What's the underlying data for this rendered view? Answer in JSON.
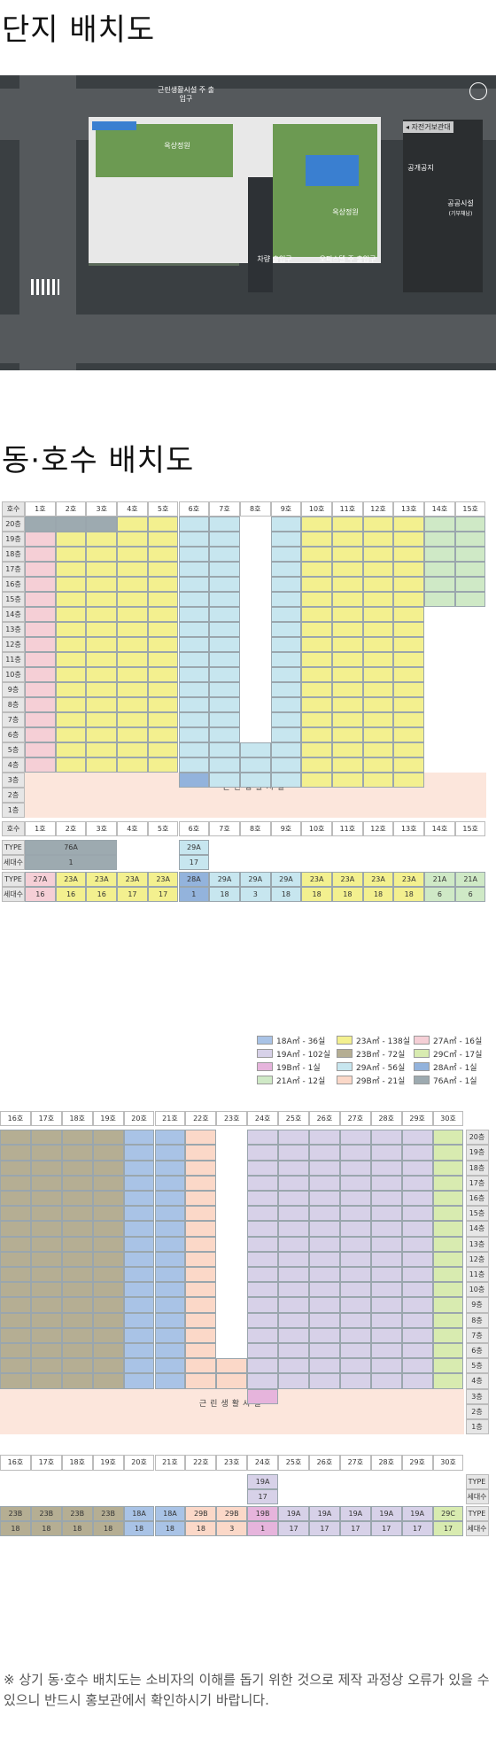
{
  "site_plan": {
    "title": "단지 배치도",
    "labels": {
      "retail_main_entrance": "근린생활시설 주 출입구",
      "rooftop_garden_1": "옥상정원",
      "rooftop_garden_2": "옥상정원",
      "bicycle_storage": "◂ 자전거보관대",
      "public_open_space": "공개공지",
      "public_facility": "공공시설",
      "public_facility_sub": "(기부채납)",
      "vehicle_entrance": "차량 출입구",
      "officetel_main_entrance": "오피스텔 주 출입구"
    }
  },
  "unit_layout": {
    "title": "동·호수 배치도",
    "colors": {
      "18A": "#a9c3e6",
      "19A": "#d7d1e8",
      "19B": "#e6b4dc",
      "21A": "#cfe9c6",
      "23A": "#f3f08f",
      "23B": "#b5ae93",
      "29A": "#c7e6ef",
      "29B": "#fbd8c8",
      "27A": "#f5cfd6",
      "29C": "#d8ebb0",
      "28A": "#93b3dc",
      "76A": "#9daab0"
    },
    "commercial_label": "근린생활시설",
    "left": {
      "unit_headers": [
        "1호",
        "2호",
        "3호",
        "4호",
        "5호",
        "6호",
        "7호",
        "8호",
        "9호",
        "10호",
        "11호",
        "12호",
        "13호",
        "14호",
        "15호"
      ],
      "floor_header": "호수",
      "floors": [
        "20층",
        "19층",
        "18층",
        "17층",
        "16층",
        "15층",
        "14층",
        "13층",
        "12층",
        "11층",
        "10층",
        "9층",
        "8층",
        "7층",
        "6층",
        "5층",
        "4층",
        "3층",
        "2층",
        "1층"
      ],
      "type_label": "TYPE",
      "count_label": "세대수",
      "penthouse_types": [
        "76A",
        "",
        "",
        "",
        "",
        "29A",
        "",
        "",
        "",
        "",
        "",
        "",
        "",
        "",
        ""
      ],
      "penthouse_counts": [
        "1",
        "",
        "",
        "",
        "",
        "17",
        "",
        "",
        "",
        "",
        "",
        "",
        "",
        "",
        ""
      ],
      "types": [
        "27A",
        "23A",
        "23A",
        "23A",
        "23A",
        "28A",
        "29A",
        "29A",
        "29A",
        "23A",
        "23A",
        "23A",
        "23A",
        "21A",
        "21A"
      ],
      "counts": [
        "16",
        "16",
        "16",
        "17",
        "17",
        "1",
        "18",
        "3",
        "18",
        "18",
        "18",
        "18",
        "18",
        "6",
        "6"
      ]
    },
    "legend": [
      {
        "type": "18A",
        "label": "18A㎡ - 36실"
      },
      {
        "type": "23A",
        "label": "23A㎡ - 138실"
      },
      {
        "type": "27A",
        "label": "27A㎡ - 16실"
      },
      {
        "type": "19A",
        "label": "19A㎡ - 102실"
      },
      {
        "type": "23B",
        "label": "23B㎡ - 72실"
      },
      {
        "type": "29C",
        "label": "29C㎡ - 17실"
      },
      {
        "type": "19B",
        "label": "19B㎡ - 1실"
      },
      {
        "type": "29A",
        "label": "29A㎡ - 56실"
      },
      {
        "type": "28A",
        "label": "28A㎡ - 1실"
      },
      {
        "type": "21A",
        "label": "21A㎡ - 12실"
      },
      {
        "type": "29B",
        "label": "29B㎡ - 21실"
      },
      {
        "type": "76A",
        "label": "76A㎡ - 1실"
      }
    ],
    "right": {
      "unit_headers": [
        "16호",
        "17호",
        "18호",
        "19호",
        "20호",
        "21호",
        "22호",
        "23호",
        "24호",
        "25호",
        "26호",
        "27호",
        "28호",
        "29호",
        "30호"
      ],
      "floors": [
        "20층",
        "19층",
        "18층",
        "17층",
        "16층",
        "15층",
        "14층",
        "13층",
        "12층",
        "11층",
        "10층",
        "9층",
        "8층",
        "7층",
        "6층",
        "5층",
        "4층",
        "3층",
        "2층",
        "1층"
      ],
      "type_label": "TYPE",
      "count_label": "세대수",
      "penthouse_types": [
        "",
        "",
        "",
        "",
        "",
        "",
        "",
        "",
        "19A",
        "",
        "",
        "",
        "",
        "",
        ""
      ],
      "penthouse_counts": [
        "",
        "",
        "",
        "",
        "",
        "",
        "",
        "",
        "17",
        "",
        "",
        "",
        "",
        "",
        ""
      ],
      "types": [
        "23B",
        "23B",
        "23B",
        "23B",
        "18A",
        "18A",
        "29B",
        "29B",
        "19B",
        "19A",
        "19A",
        "19A",
        "19A",
        "19A",
        "29C"
      ],
      "counts": [
        "18",
        "18",
        "18",
        "18",
        "18",
        "18",
        "18",
        "3",
        "1",
        "17",
        "17",
        "17",
        "17",
        "17",
        "17"
      ]
    },
    "note": "※ 상기 동·호수 배치도는 소비자의 이해를 돕기 위한 것으로 제작 과정상 오류가 있을 수 있으니 반드시 홍보관에서 확인하시기 바랍니다."
  }
}
